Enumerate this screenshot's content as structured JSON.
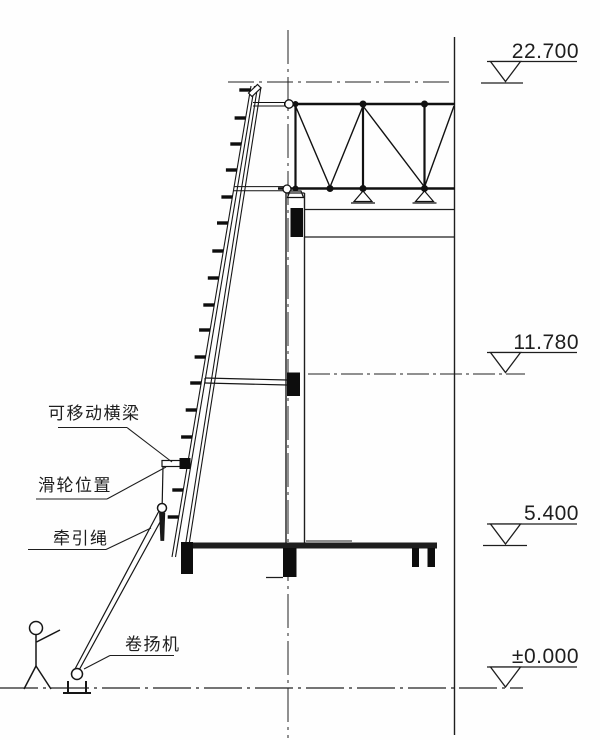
{
  "page": {
    "background": "#fefefe",
    "line_color": "#1e1e1e"
  },
  "drawing": {
    "type": "construction-hoisting-section-elevation",
    "labels": {
      "movable_beam": "可移动横梁",
      "pulley_position": "滑轮位置",
      "traction_rope": "牵引绳",
      "winch": "卷扬机"
    },
    "elevation_markers": [
      {
        "id": "roof-level",
        "value": "22.700"
      },
      {
        "id": "mid-floor-level",
        "value": "11.780"
      },
      {
        "id": "lower-floor-level",
        "value": "5.400"
      },
      {
        "id": "ground-level",
        "value": "±0.000"
      }
    ]
  }
}
